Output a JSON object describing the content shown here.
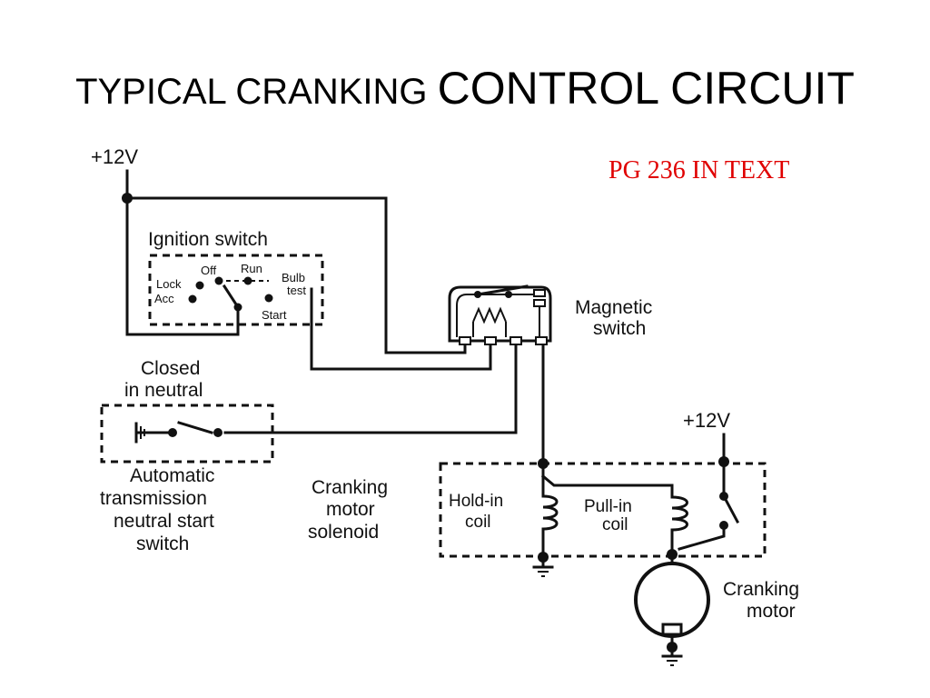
{
  "slide": {
    "title_part1": "TYPICAL CRANKING ",
    "title_part2": "CONTROL CIRCUIT",
    "page_reference": "PG 236 IN TEXT"
  },
  "diagram": {
    "supply_left": "+12V",
    "supply_right": "+12V",
    "ignition_switch": {
      "title": "Ignition switch",
      "positions": {
        "off": "Off",
        "run": "Run",
        "bulb_test_line1": "Bulb",
        "bulb_test_line2": "test",
        "lock": "Lock",
        "acc": "Acc",
        "start": "Start"
      }
    },
    "magnetic_switch": {
      "line1": "Magnetic",
      "line2": "switch"
    },
    "neutral_switch": {
      "top_line1": "Closed",
      "top_line2": "in neutral",
      "caption_line1": "Automatic",
      "caption_line2": "transmission",
      "caption_line3": "neutral start",
      "caption_line4": "switch"
    },
    "solenoid": {
      "label_line1": "Cranking",
      "label_line2": "motor",
      "label_line3": "solenoid",
      "hold_in_line1": "Hold-in",
      "hold_in_line2": "coil",
      "pull_in_line1": "Pull-in",
      "pull_in_line2": "coil"
    },
    "motor": {
      "line1": "Cranking",
      "line2": "motor"
    }
  }
}
